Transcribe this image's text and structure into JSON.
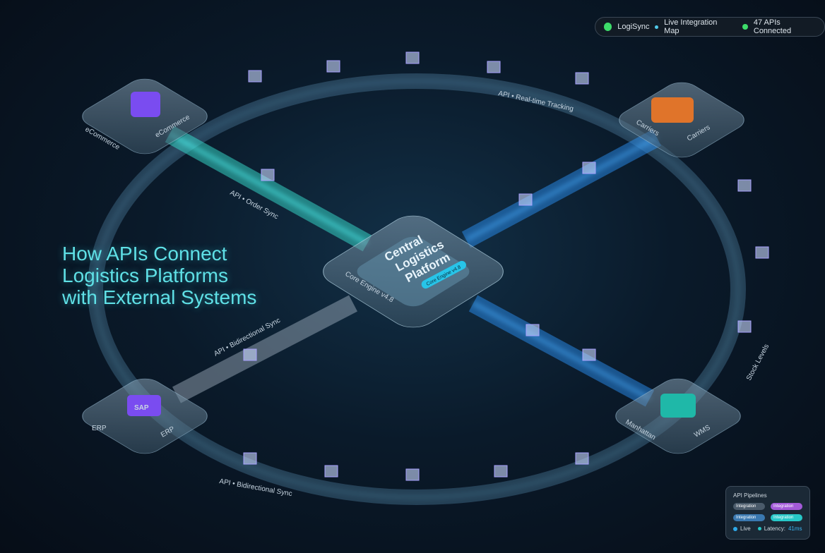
{
  "header": {
    "brand": "LogiSync",
    "subtitle": "Live Integration Map",
    "status": "47 APIs Connected",
    "brand_color": "#3ddc6a",
    "status_color": "#3ddc6a"
  },
  "title": {
    "line1": "How APIs Connect",
    "line2": "Logistics Platforms",
    "line3": "with External Systems"
  },
  "center": {
    "line1": "Central",
    "line2": "Logistics",
    "line3": "Platform",
    "badge": "Core Engine v4.8",
    "footer": "Core Engine v4.8"
  },
  "nodes": {
    "ecommerce": {
      "label_left": "eCommerce",
      "label_right": "eCommerce",
      "icon": "amazon-logo-icon",
      "color": "#7a4cf0"
    },
    "carriers": {
      "label_left": "Carriers",
      "label_right": "Carriers",
      "icon": "fedex-dhl-logo-icon",
      "color": "#e0742a"
    },
    "erp": {
      "label_left": "ERP",
      "label_right": "ERP",
      "icon": "sap-logo-icon",
      "logo_text": "SAP",
      "color": "#7a4cf0"
    },
    "wms": {
      "label_left": "Manhattan",
      "label_right": "WMS",
      "icon": "warehouse-icon",
      "color": "#1fb8a8"
    }
  },
  "connections": {
    "tracking": "API • Real-time Tracking",
    "order": "API • Order Sync",
    "bidirectional_inner": "API • Bidirectional Sync",
    "bidirectional_outer": "API • Bidirectional Sync",
    "stock": "Stock Levels"
  },
  "legend": {
    "title": "API Pipelines",
    "items": [
      "Integration",
      "Integration",
      "Integration",
      "Integration"
    ],
    "live": "Live",
    "latency_label": "Latency:",
    "latency_value": "41ms",
    "colors": [
      "#4a5a6a",
      "#a35ad8",
      "#3a78b0",
      "#27c8c8"
    ]
  }
}
